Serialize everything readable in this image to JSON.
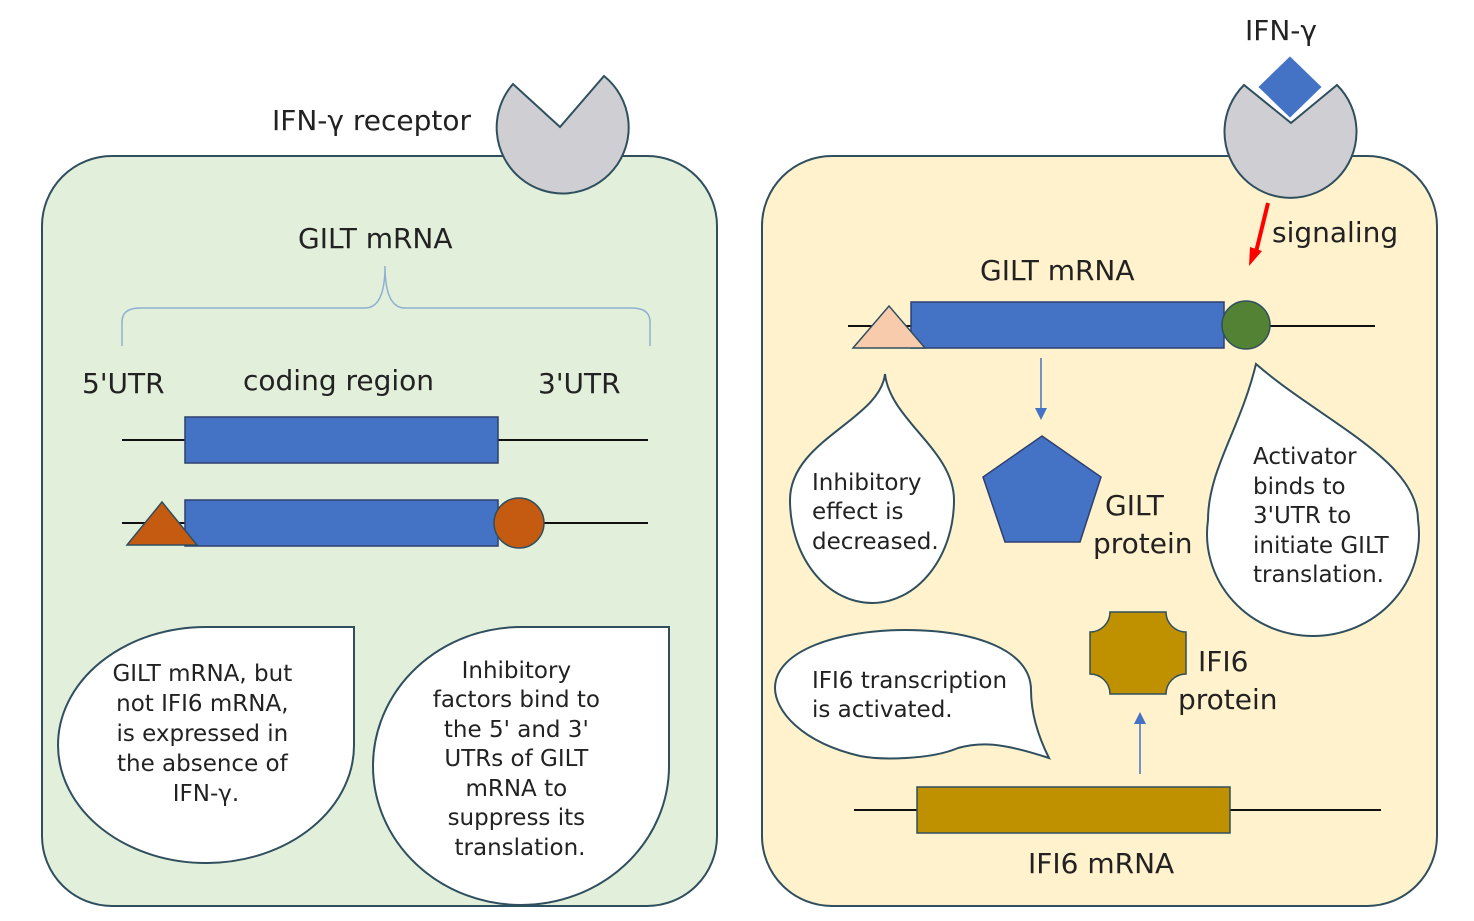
{
  "left_panel": {
    "receptor_label": "IFN-γ receptor",
    "mrna_title": "GILT mRNA",
    "utr5_label": "5'UTR",
    "coding_label": "coding region",
    "utr3_label": "3'UTR",
    "bubble_left": [
      "GILT mRNA, but",
      "not IFI6 mRNA,",
      "is expressed in",
      "the absence of",
      "IFN-γ."
    ],
    "bubble_right": [
      "Inhibitory",
      "factors bind to",
      "the 5' and 3'",
      "UTRs of GILT",
      "mRNA to",
      "suppress its",
      "translation."
    ]
  },
  "right_panel": {
    "ligand_label": "IFN-γ",
    "signaling_label": "signaling",
    "mrna_title": "GILT mRNA",
    "bubble_inhibitory": [
      "Inhibitory",
      "effect is",
      "decreased."
    ],
    "gilt_protein_label": [
      "GILT",
      "protein"
    ],
    "bubble_activator": [
      "Activator",
      "binds to",
      "3'UTR to",
      "initiate GILT",
      "translation."
    ],
    "bubble_ifi6": [
      "IFI6 transcription",
      "is activated."
    ],
    "ifi6_protein_label": [
      "IFI6",
      "protein"
    ],
    "ifi6_mrna_label": "IFI6 mRNA"
  },
  "colors": {
    "left_cell": "#e2efda",
    "right_cell": "#fff2cc",
    "cell_border": "#2f4f5f",
    "receptor": "#cfcfd3",
    "coding_blue": "#4472c4",
    "inhibitor_orange": "#c55a11",
    "inhibitor_light": "#f8cbad",
    "activator_green": "#548235",
    "ifi6_gold": "#bf9000",
    "signal_red": "#ff0000",
    "arrow_blue": "#4472c4"
  }
}
